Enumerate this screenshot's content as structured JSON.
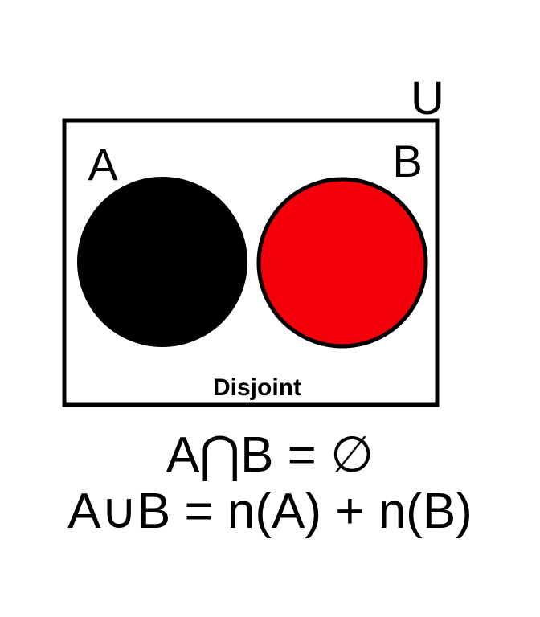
{
  "universe_label": "U",
  "set_a": {
    "label": "A",
    "color": "#000000"
  },
  "set_b": {
    "label": "B",
    "color": "#f5000a"
  },
  "relation_label": "Disjoint",
  "formulas": {
    "intersection": "A⋂B = ∅",
    "union": "A∪B = n(A) + n(B)"
  }
}
